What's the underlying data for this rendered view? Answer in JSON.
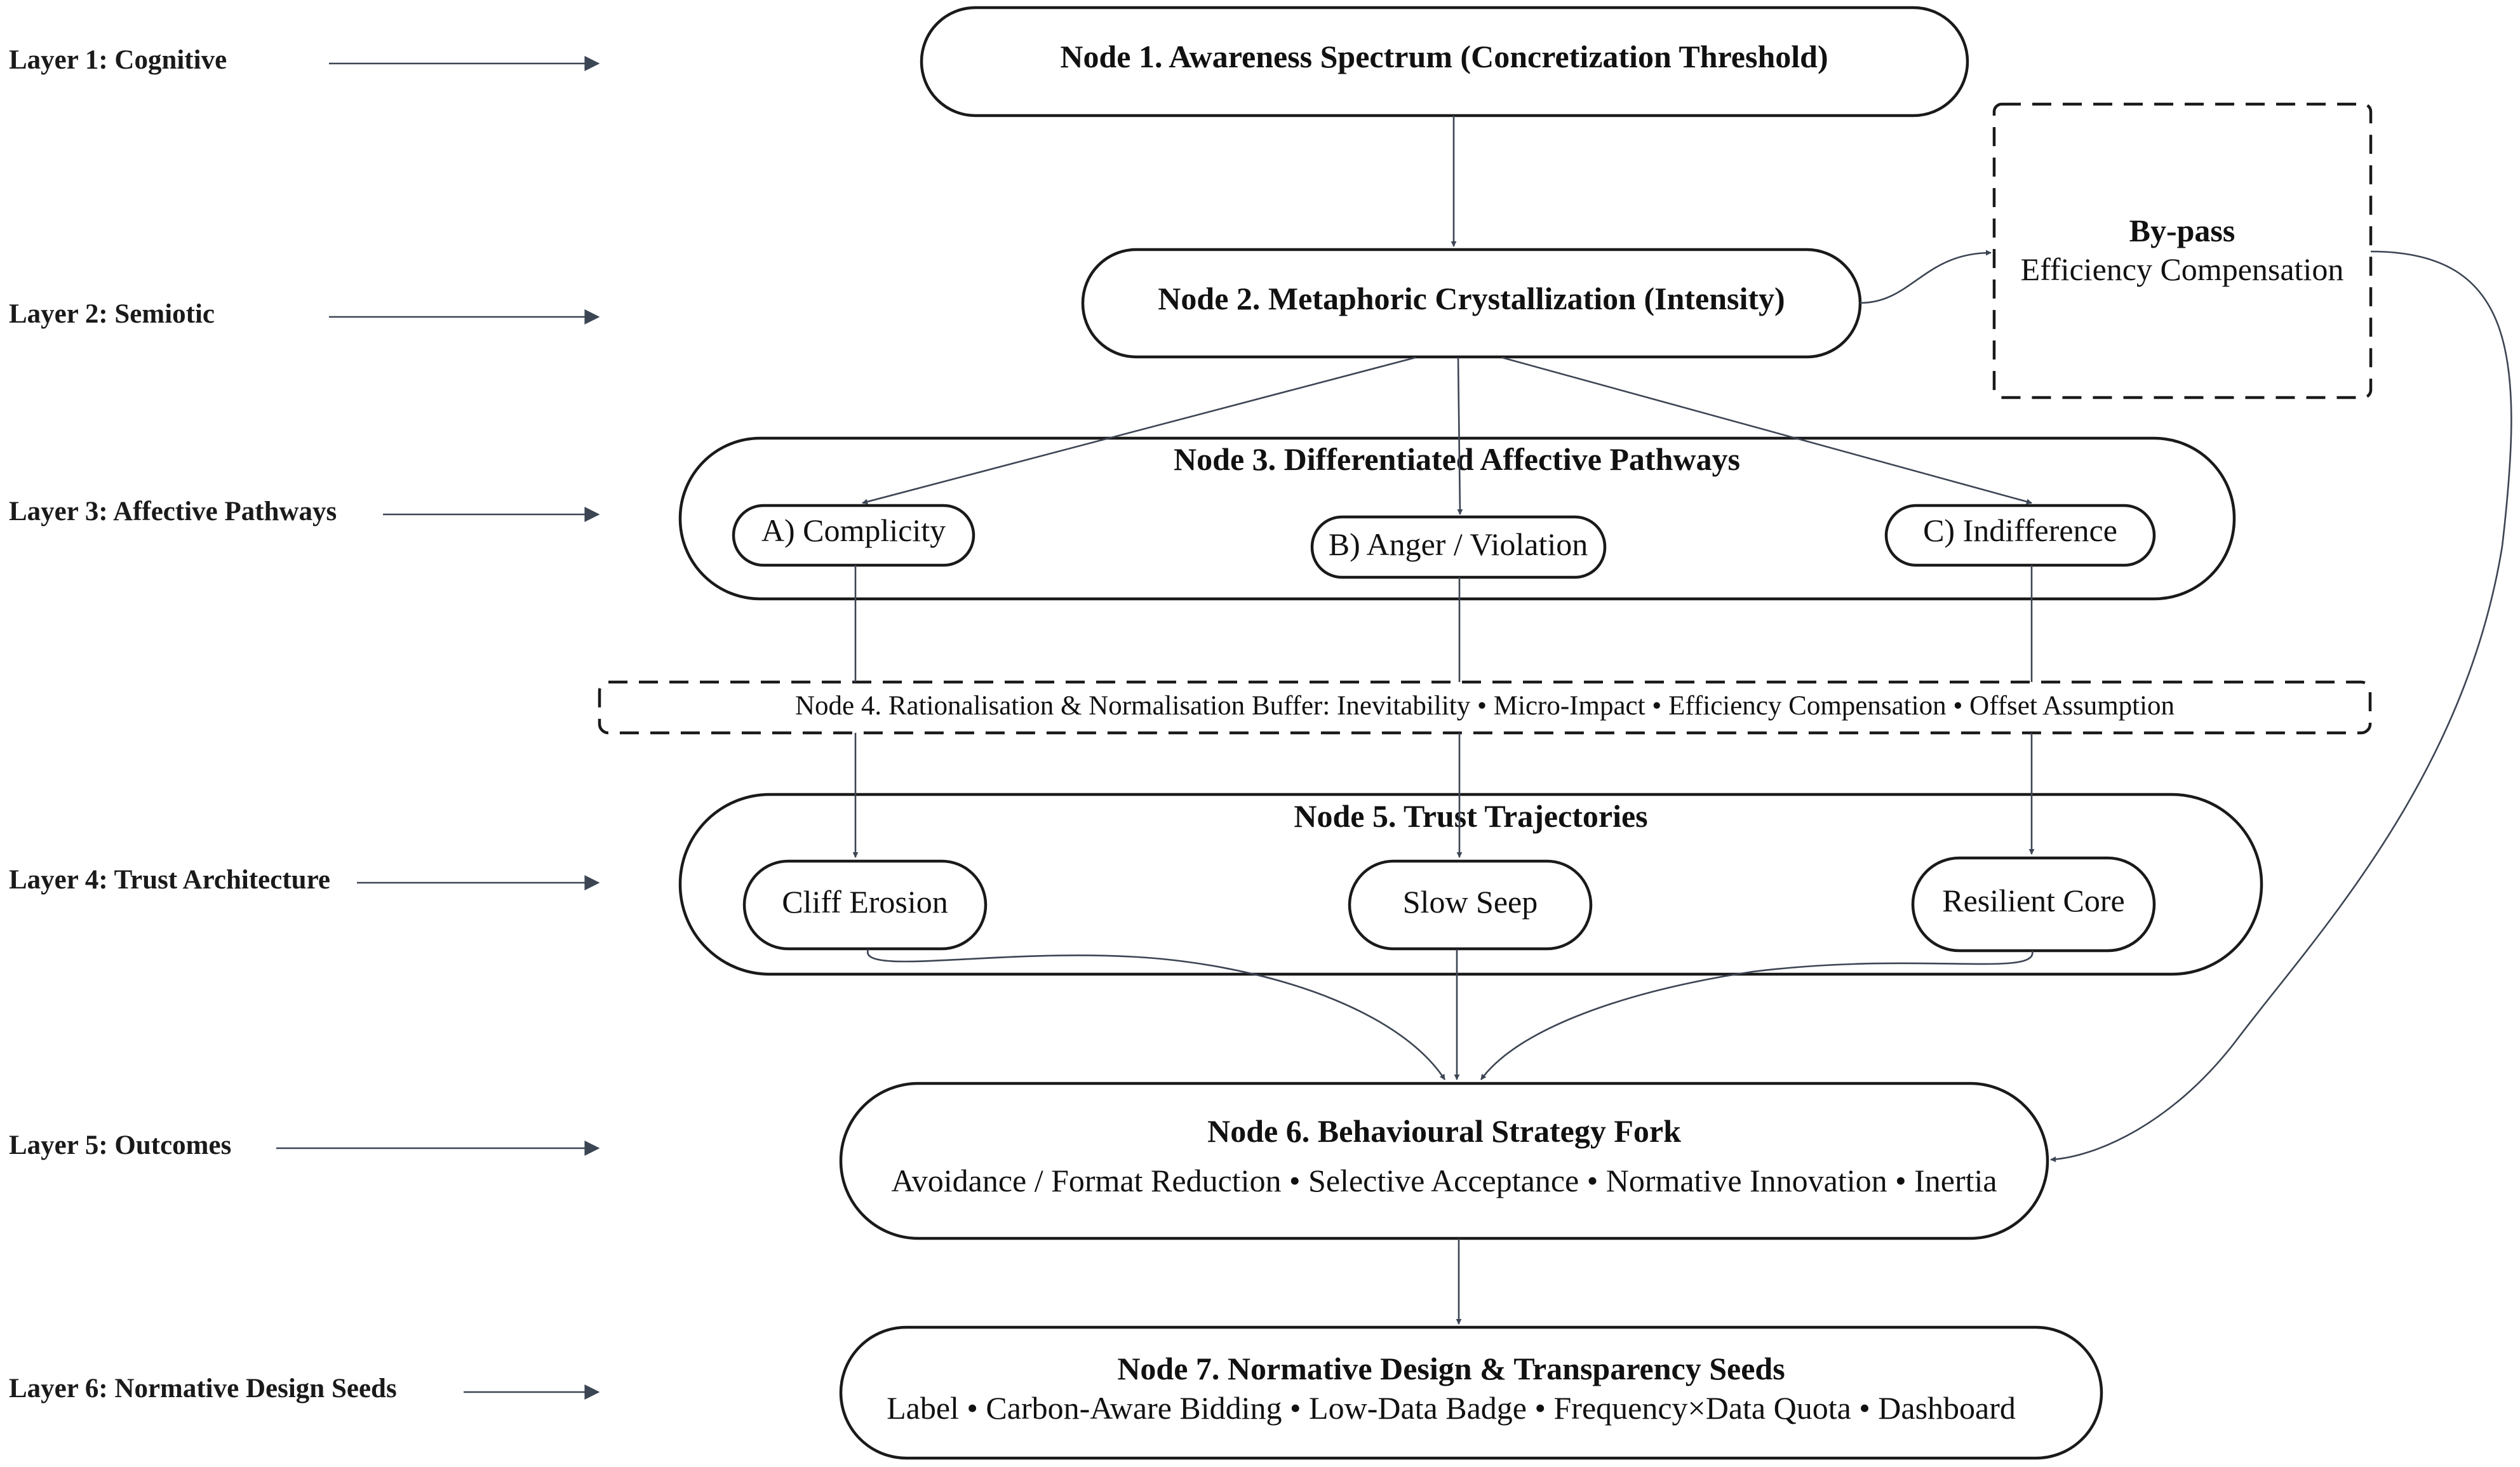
{
  "layers": [
    "Layer 1: Cognitive",
    "Layer 2: Semiotic",
    "Layer 3: Affective Pathways",
    "Layer 4: Trust Architecture",
    "Layer 5: Outcomes",
    "Layer 6: Normative Design Seeds"
  ],
  "node1": {
    "title": "Node 1. Awareness Spectrum (Concretization Threshold)"
  },
  "node2": {
    "title": "Node 2. Metaphoric Crystallization (Intensity)"
  },
  "bypass": {
    "title": "By-pass",
    "subtitle": "Efficiency Compensation"
  },
  "node3": {
    "title": "Node 3. Differentiated Affective Pathways",
    "pathways": [
      "A) Complicity",
      "B) Anger / Violation",
      "C) Indifference"
    ]
  },
  "node4": {
    "text": "Node 4. Rationalisation & Normalisation Buffer:  Inevitability • Micro-Impact • Efficiency Compensation • Offset Assumption"
  },
  "node5": {
    "title": "Node 5. Trust Trajectories",
    "trajectories": [
      "Cliff Erosion",
      "Slow Seep",
      "Resilient Core"
    ]
  },
  "node6": {
    "title": "Node 6. Behavioural Strategy Fork",
    "text": "Avoidance / Format Reduction • Selective Acceptance • Normative Innovation • Inertia"
  },
  "node7": {
    "title": "Node 7. Normative Design & Transparency Seeds",
    "text": "Label  • Carbon-Aware Bidding  • Low-Data Badge  • Frequency×Data Quota  • Dashboard"
  },
  "colors": {
    "line": "#3c4553",
    "stroke": "#1a1a1a",
    "background": "#ffffff"
  }
}
